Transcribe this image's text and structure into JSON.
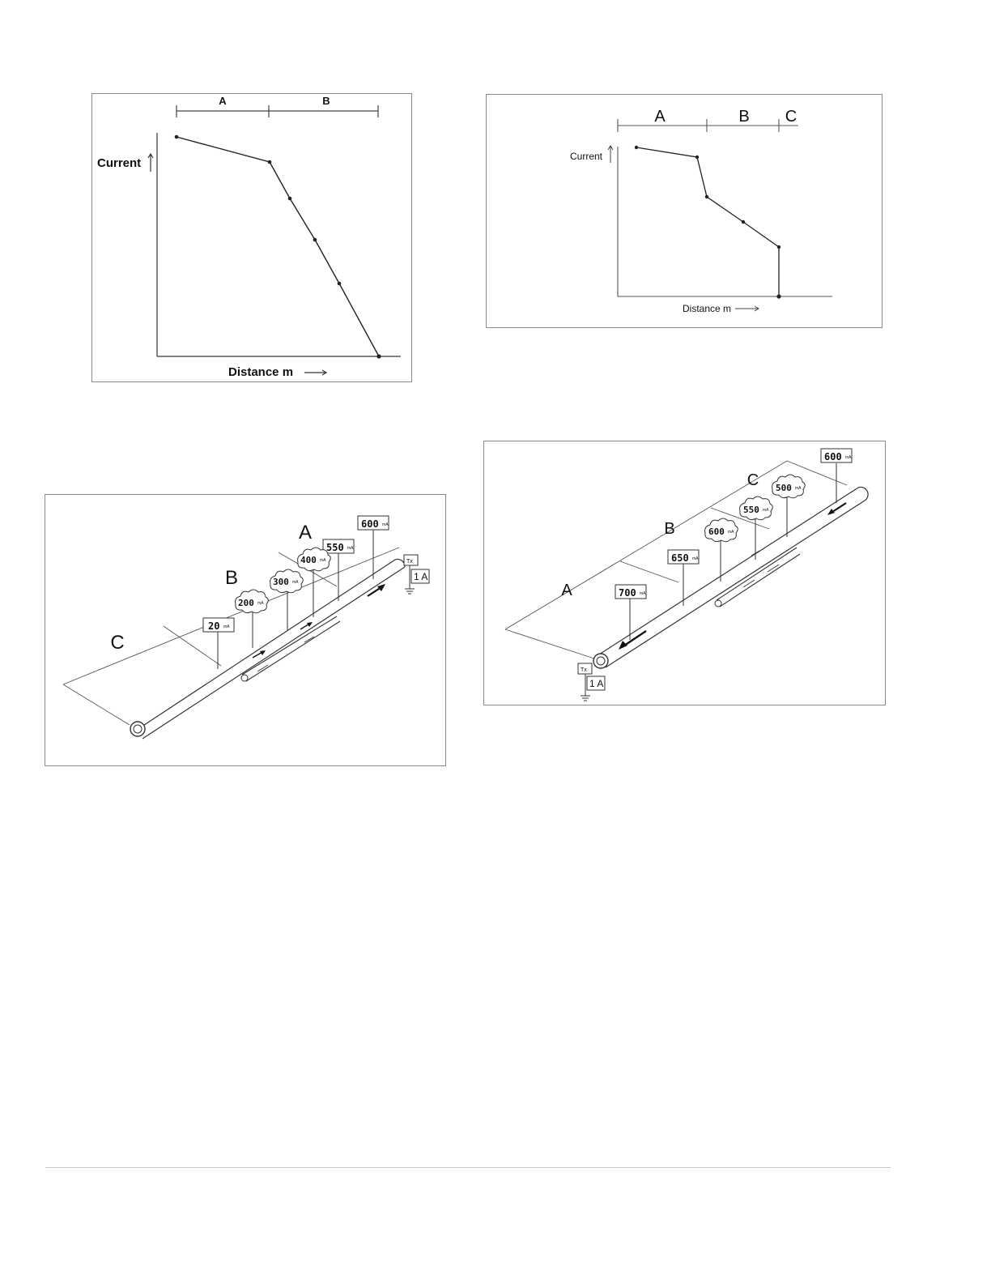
{
  "graph_1": {
    "segments": [
      "A",
      "B"
    ],
    "y_label": "Current",
    "x_label": "Distance m"
  },
  "graph_2": {
    "segments": [
      "A",
      "B",
      "C"
    ],
    "y_label": "Current",
    "x_label": "Distance m"
  },
  "pipe_1": {
    "zones": [
      "A",
      "B",
      "C"
    ],
    "readings": [
      "600",
      "550",
      "400",
      "300",
      "200",
      "20"
    ],
    "unit": "mA",
    "transmitter": "Tx",
    "transmitter_current": "1 A"
  },
  "pipe_2": {
    "zones": [
      "A",
      "B",
      "C"
    ],
    "readings": [
      "700",
      "650",
      "600",
      "550",
      "500",
      "600"
    ],
    "unit": "mA",
    "transmitter": "Tx",
    "transmitter_current": "1 A"
  },
  "icons": {
    "arrow": "arrow-icon",
    "ground": "ground-icon"
  }
}
